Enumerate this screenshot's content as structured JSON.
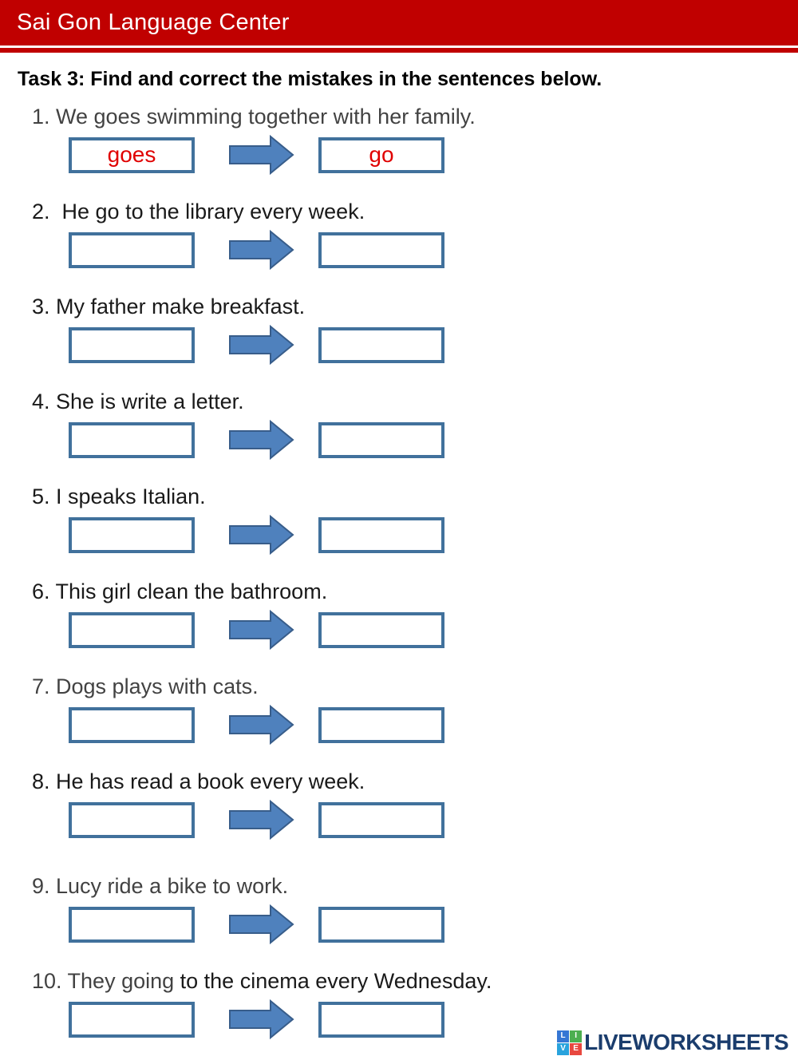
{
  "header": {
    "brand": "Sai Gon Language Center"
  },
  "task": {
    "title": "Task 3: Find and correct the mistakes in the sentences below."
  },
  "items": [
    {
      "text": "1. We goes swimming together with her family.",
      "mistake": "goes",
      "correction": "go"
    },
    {
      "text": "2.  He go to the library every week.",
      "mistake": "",
      "correction": ""
    },
    {
      "text": "3. My father make breakfast.",
      "mistake": "",
      "correction": ""
    },
    {
      "text": "4. She is write a letter.",
      "mistake": "",
      "correction": ""
    },
    {
      "text": "5. I speaks Italian.",
      "mistake": "",
      "correction": ""
    },
    {
      "text": "6. This girl clean the bathroom.",
      "mistake": "",
      "correction": ""
    },
    {
      "text": "7. Dogs plays with cats.",
      "mistake": "",
      "correction": ""
    },
    {
      "text": "8. He has read a book every week.",
      "mistake": "",
      "correction": ""
    },
    {
      "text": "9. Lucy ride a bike to work.",
      "mistake": "",
      "correction": ""
    },
    {
      "text": "10. They going ",
      "text2": "to the cinema every Wednesday.",
      "mistake": "",
      "correction": ""
    }
  ],
  "footer": {
    "wordmark": "LIVEWORKSHEETS",
    "logo_letters": [
      "L",
      "I",
      "V",
      "E"
    ]
  },
  "palette": {
    "header_red": "#c00000",
    "box_border_blue": "#41719c",
    "arrow_fill": "#4f81bd",
    "arrow_stroke": "#385d8a",
    "answer_red": "#e00000",
    "muted_text": "#424242",
    "dark_text": "#1a1a1a",
    "wordmark_navy": "#1b3d6d"
  }
}
